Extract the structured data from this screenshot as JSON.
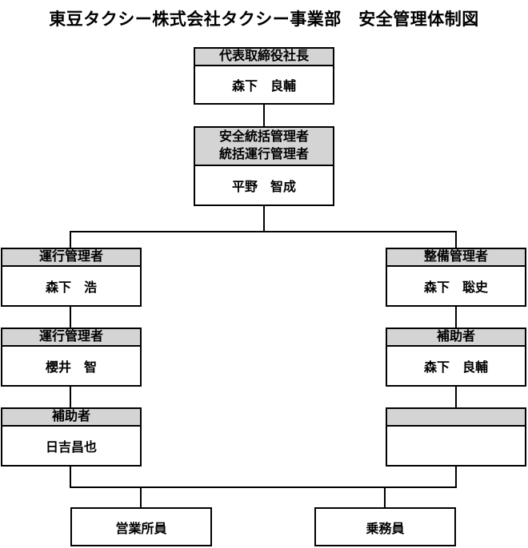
{
  "title": "東豆タクシー株式会社タクシー事業部　安全管理体制図",
  "colors": {
    "header_fill": "#d4d4d4",
    "border": "#000000",
    "background": "#ffffff",
    "text": "#000000"
  },
  "chart": {
    "top": {
      "role": "代表取締役社長",
      "name": "森下　良輔"
    },
    "second": {
      "role": "安全統括管理者\n統括運行管理者",
      "name": "平野　智成"
    },
    "left_column": [
      {
        "role": "運行管理者",
        "name": "森下　浩"
      },
      {
        "role": "運行管理者",
        "name": "櫻井　智"
      },
      {
        "role": "補助者",
        "name": "日吉昌也"
      }
    ],
    "right_column": [
      {
        "role": "整備管理者",
        "name": "森下　聡史"
      },
      {
        "role": "補助者",
        "name": "森下　良輔"
      },
      {
        "role": "",
        "name": ""
      }
    ],
    "bottom": [
      {
        "label": "営業所員"
      },
      {
        "label": "乗務員"
      }
    ]
  }
}
